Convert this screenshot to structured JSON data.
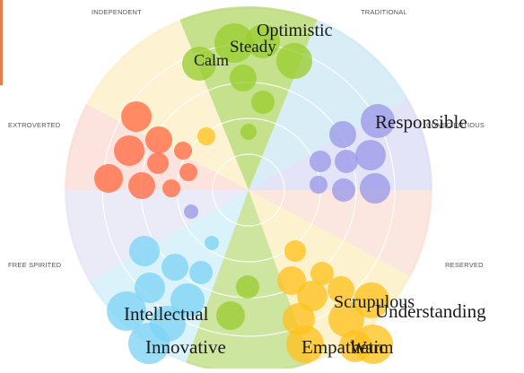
{
  "axes": {
    "top_left": "INDEPENDENT",
    "top_right": "TRADITIONAL",
    "mid_left": "EXTROVERTED",
    "mid_right": "CONSCIENTIOUS",
    "bottom_left": "FREE SPIRITED",
    "bottom_right": "RESERVED"
  },
  "colors": {
    "green": "#9acd32",
    "orange": "#ff6b45",
    "yellow": "#ffc21f",
    "purple": "#9a9ae8",
    "blue": "#7fd3f5",
    "accent": "#e87c4a"
  },
  "chart_data": {
    "type": "scatter",
    "title": "",
    "labels": [
      {
        "text": "Optimistic"
      },
      {
        "text": "Steady"
      },
      {
        "text": "Calm"
      },
      {
        "text": "Responsible"
      },
      {
        "text": "Intellectual"
      },
      {
        "text": "Innovative"
      },
      {
        "text": "Scrupulous"
      },
      {
        "text": "Understanding"
      },
      {
        "text": "Empathetic"
      },
      {
        "text": "Warm"
      }
    ],
    "series": [
      {
        "values": []
      },
      {
        "values": []
      },
      {
        "values": []
      },
      {
        "values": []
      },
      {
        "values": []
      }
    ]
  }
}
